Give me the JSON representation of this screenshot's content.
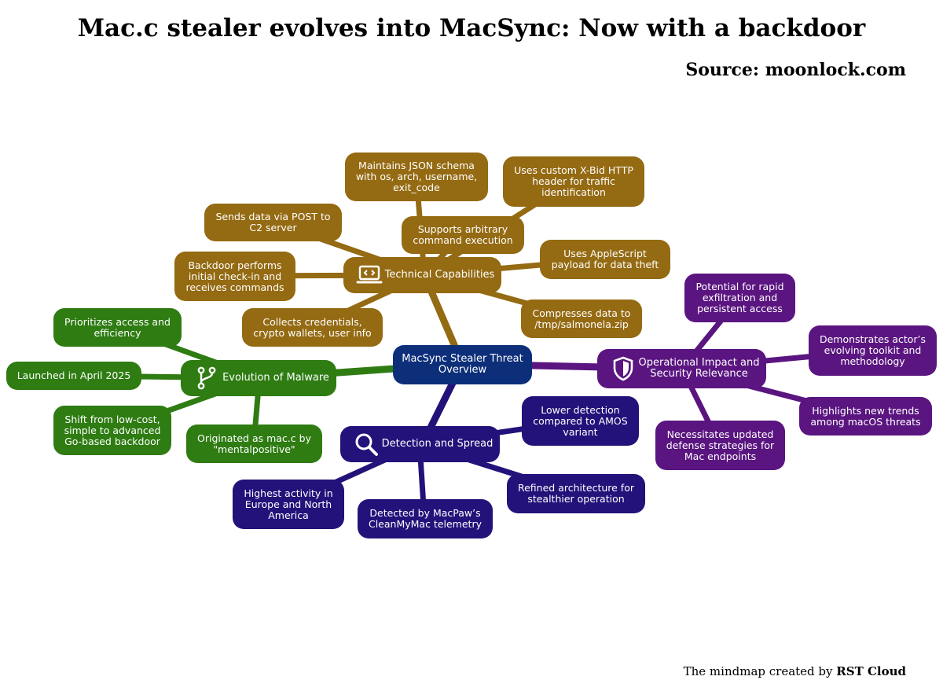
{
  "title": "Mac.c stealer evolves into MacSync: Now with a backdoor",
  "source": "Source: moonlock.com",
  "credit": {
    "prefix": "The mindmap created by",
    "brand": "RST Cloud"
  },
  "colors": {
    "root": "#0d2f7a",
    "technical": "#946a12",
    "evolution": "#2e7c12",
    "detection": "#22127a",
    "operational": "#5a1580"
  },
  "mindmap": {
    "root": "MacSync Stealer Threat Overview",
    "technical": {
      "label": "Technical Capabilities",
      "icon": "code-laptop-icon",
      "children": [
        "Maintains JSON schema with os, arch, username, exit_code",
        "Uses custom X-Bid HTTP header for traffic identification",
        "Sends data via POST to C2 server",
        "Supports arbitrary command execution",
        "Uses AppleScript payload for data theft",
        "Backdoor performs initial check-in and receives commands",
        "Compresses data to /tmp/salmonela.zip",
        "Collects credentials, crypto wallets, user info"
      ]
    },
    "evolution": {
      "label": "Evolution of Malware",
      "icon": "git-branch-icon",
      "children": [
        "Prioritizes access and efficiency",
        "Launched in April 2025",
        "Shift from low-cost, simple to advanced Go-based backdoor",
        "Originated as mac.c by \"mentalpositive\""
      ]
    },
    "operational": {
      "label": "Operational Impact and Security Relevance",
      "icon": "shield-icon",
      "children": [
        "Potential for rapid exfiltration and persistent access",
        "Demonstrates actor’s evolving toolkit and methodology",
        "Highlights new trends among macOS threats",
        "Necessitates updated defense strategies for Mac endpoints"
      ]
    },
    "detection": {
      "label": "Detection and Spread",
      "icon": "magnifier-icon",
      "children": [
        "Lower detection compared to AMOS variant",
        "Refined architecture for stealthier operation",
        "Detected by MacPaw’s CleanMyMac telemetry",
        "Highest activity in Europe and North America"
      ]
    }
  }
}
